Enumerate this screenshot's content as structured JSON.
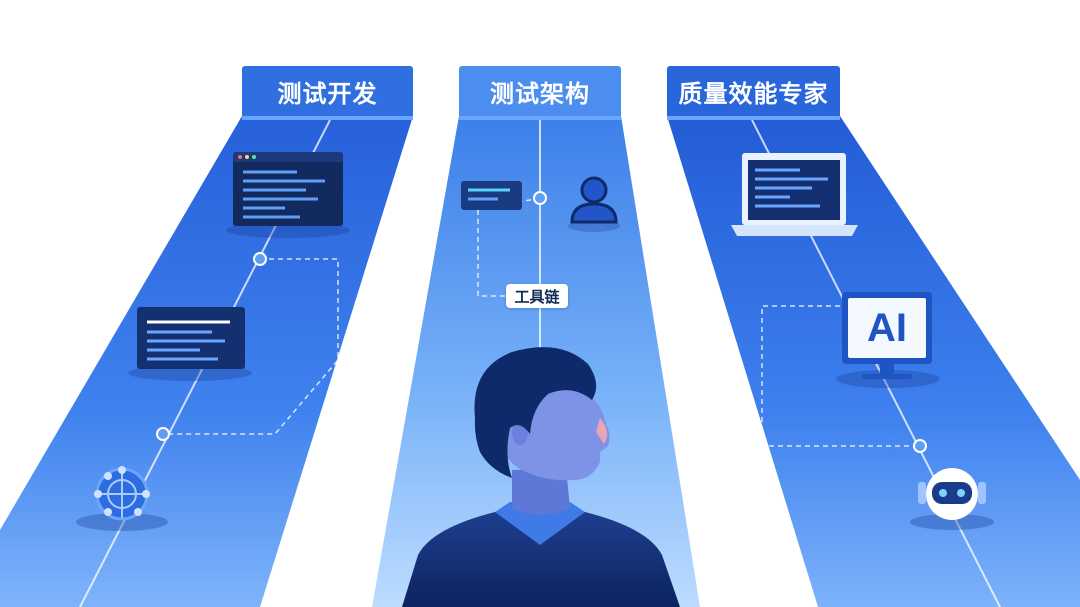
{
  "paths": {
    "left": {
      "label": "测试开发"
    },
    "middle": {
      "label": "测试架构",
      "toolchain_label": "工具链"
    },
    "right": {
      "label": "质量效能专家",
      "ai_label": "AI"
    }
  },
  "icons": [
    "code-window-icon",
    "code-panel-icon",
    "network-globe-icon",
    "code-card-icon",
    "user-avatar-icon",
    "laptop-icon",
    "ai-monitor-icon",
    "robot-icon",
    "person-illustration"
  ],
  "colors": {
    "accent_dark": "#1f4fcc",
    "accent": "#2f6fe0",
    "accent_light": "#6aa6ff",
    "navy": "#0f2a57"
  }
}
